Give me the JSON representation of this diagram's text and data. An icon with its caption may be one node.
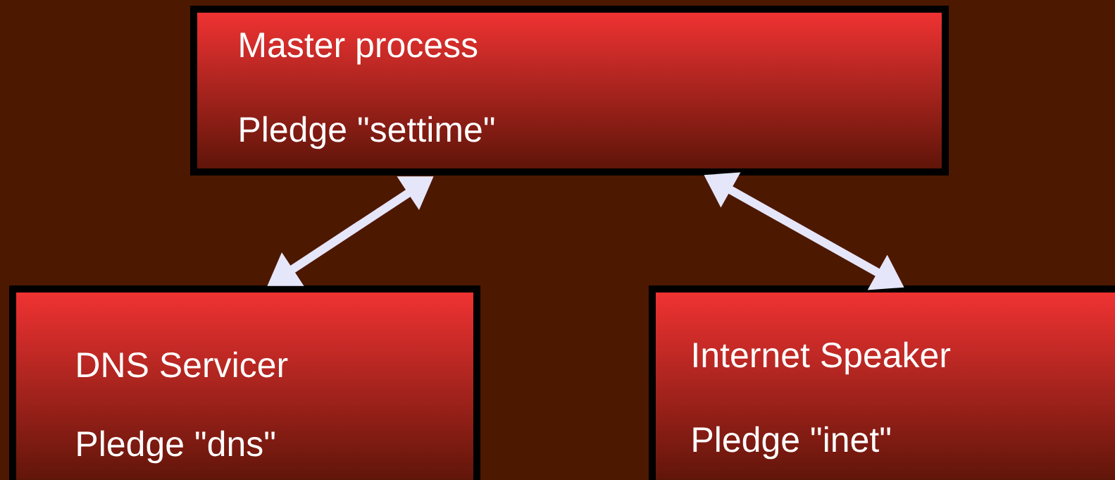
{
  "diagram": {
    "nodes": [
      {
        "text": [
          "Master process",
          "Pledge \"settime\""
        ]
      },
      {
        "text": [
          "DNS Servicer",
          "Pledge \"dns\""
        ]
      },
      {
        "text": [
          "Internet Speaker",
          "Pledge \"inet\""
        ]
      }
    ],
    "edges": [
      {
        "from": 1,
        "to": 0,
        "arrow": "both"
      },
      {
        "from": 2,
        "to": 0,
        "arrow": "both"
      }
    ]
  }
}
